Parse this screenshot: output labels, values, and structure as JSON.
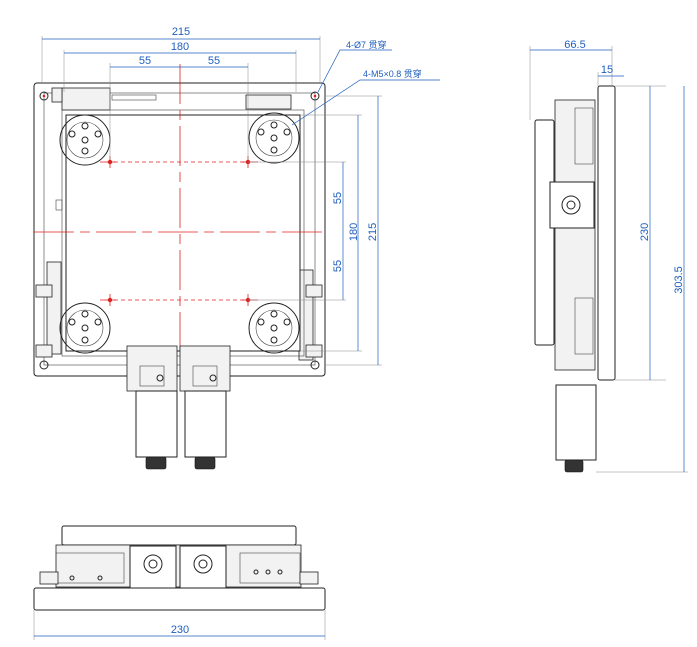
{
  "dimensions": {
    "top_width_215": "215",
    "top_width_180": "180",
    "top_spacing_left_55": "55",
    "top_spacing_right_55": "55",
    "side_height_55_top": "55",
    "side_height_180": "180",
    "side_height_55_bottom": "55",
    "side_height_215": "215",
    "side_view_width_66_5": "66.5",
    "side_view_width_15": "15",
    "side_view_height_230": "230",
    "side_view_height_303_5": "303.5",
    "front_view_width_230": "230"
  },
  "notes": {
    "through_holes": "4-Ø7 贯穿",
    "tapped_holes": "4-M5×0.8 贯穿"
  },
  "colors": {
    "dimension": "#1f5fbf",
    "centerline": "#e02020",
    "outline": "#222222"
  }
}
